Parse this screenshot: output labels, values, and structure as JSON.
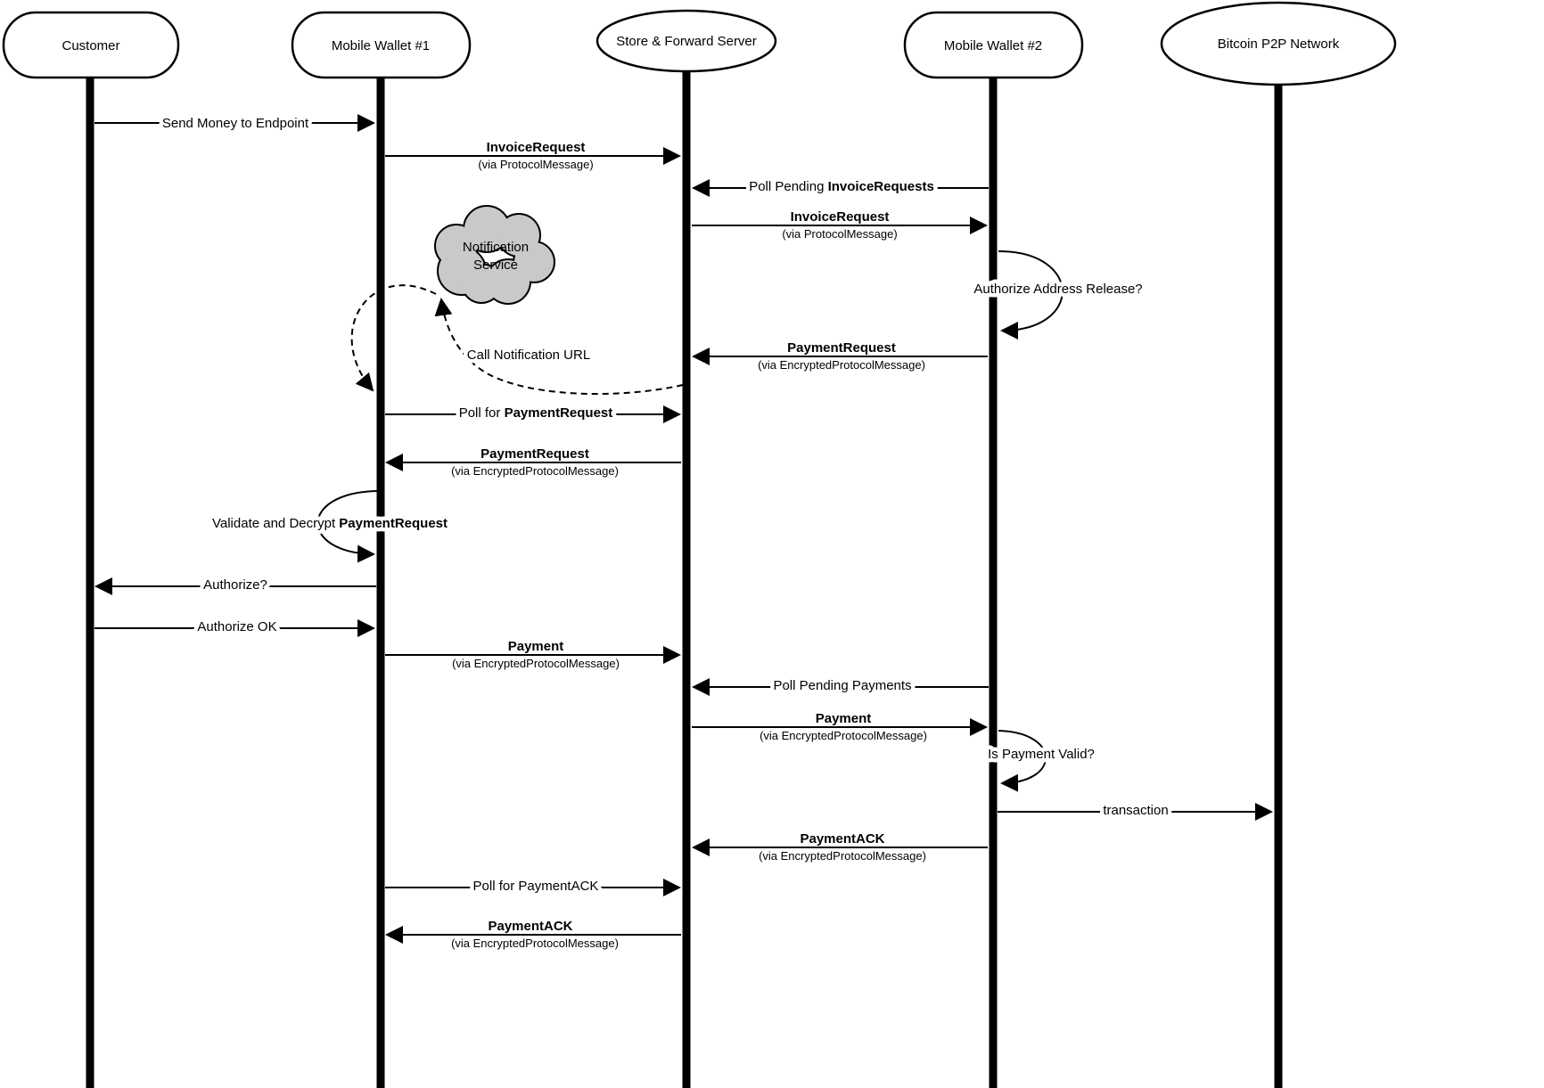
{
  "actors": [
    {
      "id": "customer",
      "label": "Customer",
      "shape": "stadium"
    },
    {
      "id": "mobile-wallet-1",
      "label": "Mobile Wallet #1",
      "shape": "stadium"
    },
    {
      "id": "store-forward-server",
      "label": "Store & Forward Server",
      "shape": "ellipse"
    },
    {
      "id": "mobile-wallet-2",
      "label": "Mobile Wallet #2",
      "shape": "stadium"
    },
    {
      "id": "bitcoin-p2p-network",
      "label": "Bitcoin P2P Network",
      "shape": "ellipse"
    }
  ],
  "cloud": {
    "line1": "Notification",
    "line2": "Service"
  },
  "messages": [
    {
      "label": "Send Money to Endpoint",
      "from": "customer",
      "to": "mobile-wallet-1"
    },
    {
      "bold": "InvoiceRequest",
      "via": "(via ProtocolMessage)",
      "from": "mobile-wallet-1",
      "to": "store-forward-server"
    },
    {
      "prefix": "Poll Pending ",
      "bold": "InvoiceRequests",
      "from": "mobile-wallet-2",
      "to": "store-forward-server"
    },
    {
      "bold": "InvoiceRequest",
      "via": "(via ProtocolMessage)",
      "from": "store-forward-server",
      "to": "mobile-wallet-2"
    },
    {
      "label": "Authorize Address Release?",
      "from": "mobile-wallet-2",
      "to": "mobile-wallet-2",
      "kind": "self-loop"
    },
    {
      "bold": "PaymentRequest",
      "via": "(via EncryptedProtocolMessage)",
      "from": "mobile-wallet-2",
      "to": "store-forward-server"
    },
    {
      "label": "Call Notification URL",
      "from": "store-forward-server",
      "to": "mobile-wallet-1",
      "kind": "dashed-via-notification-service"
    },
    {
      "prefix": "Poll for ",
      "bold": "PaymentRequest",
      "from": "mobile-wallet-1",
      "to": "store-forward-server"
    },
    {
      "bold": "PaymentRequest",
      "via": "(via EncryptedProtocolMessage)",
      "from": "store-forward-server",
      "to": "mobile-wallet-1"
    },
    {
      "prefix": "Validate and Decrypt ",
      "bold": "PaymentRequest",
      "from": "mobile-wallet-1",
      "to": "mobile-wallet-1",
      "kind": "self-loop"
    },
    {
      "label": "Authorize?",
      "from": "mobile-wallet-1",
      "to": "customer"
    },
    {
      "label": "Authorize OK",
      "from": "customer",
      "to": "mobile-wallet-1"
    },
    {
      "bold": "Payment",
      "via": "(via EncryptedProtocolMessage)",
      "from": "mobile-wallet-1",
      "to": "store-forward-server"
    },
    {
      "label": "Poll Pending Payments",
      "from": "mobile-wallet-2",
      "to": "store-forward-server"
    },
    {
      "bold": "Payment",
      "via": "(via EncryptedProtocolMessage)",
      "from": "store-forward-server",
      "to": "mobile-wallet-2"
    },
    {
      "label": "Is Payment Valid?",
      "from": "mobile-wallet-2",
      "to": "mobile-wallet-2",
      "kind": "self-loop"
    },
    {
      "label": "transaction",
      "from": "mobile-wallet-2",
      "to": "bitcoin-p2p-network"
    },
    {
      "bold": "PaymentACK",
      "via": "(via EncryptedProtocolMessage)",
      "from": "mobile-wallet-2",
      "to": "store-forward-server"
    },
    {
      "label": "Poll for PaymentACK",
      "from": "mobile-wallet-1",
      "to": "store-forward-server"
    },
    {
      "bold": "PaymentACK",
      "via": "(via EncryptedProtocolMessage)",
      "from": "store-forward-server",
      "to": "mobile-wallet-1"
    }
  ],
  "colors": {
    "line": "#000000",
    "cloud_fill": "#c9c9c9",
    "background": "#ffffff"
  }
}
